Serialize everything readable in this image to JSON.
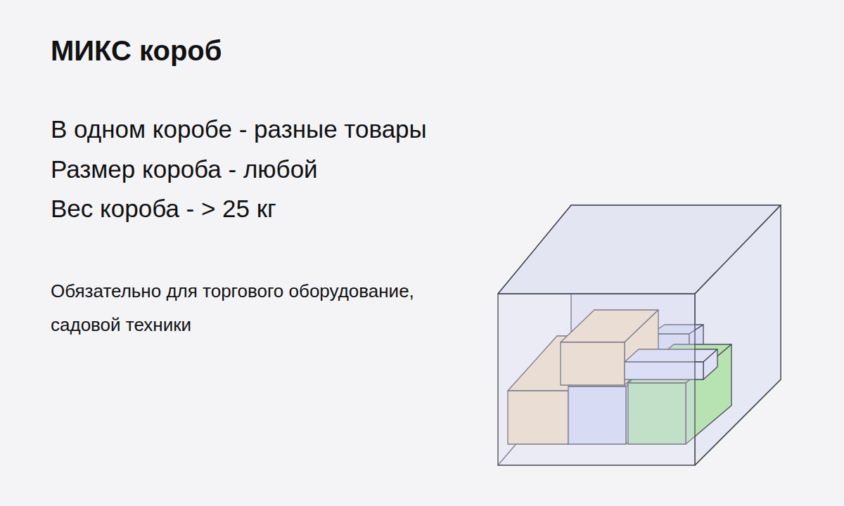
{
  "diagram": {
    "title": "МИКС короб",
    "labels": [
      "В одном коробе - разные товары",
      "Размер короба - любой",
      "Вес короба - > 25 кг",
      "Обязательно для торгового оборудование, садовой техники"
    ]
  }
}
